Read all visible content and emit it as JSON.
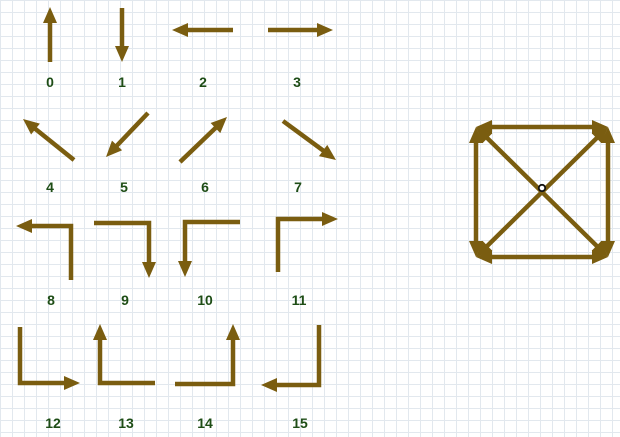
{
  "diagram": {
    "arrow_color": "#7a5d10",
    "label_color": "#1e4d16",
    "direction_cells": [
      {
        "label": "0",
        "icon": "arrow-up"
      },
      {
        "label": "1",
        "icon": "arrow-down"
      },
      {
        "label": "2",
        "icon": "arrow-left"
      },
      {
        "label": "3",
        "icon": "arrow-right"
      },
      {
        "label": "4",
        "icon": "arrow-up-left"
      },
      {
        "label": "5",
        "icon": "arrow-down-left"
      },
      {
        "label": "6",
        "icon": "arrow-up-right"
      },
      {
        "label": "7",
        "icon": "arrow-down-right"
      },
      {
        "label": "8",
        "icon": "arrow-up-then-left"
      },
      {
        "label": "9",
        "icon": "arrow-right-then-down"
      },
      {
        "label": "10",
        "icon": "arrow-left-then-down"
      },
      {
        "label": "11",
        "icon": "arrow-up-then-right"
      },
      {
        "label": "12",
        "icon": "arrow-down-then-right"
      },
      {
        "label": "13",
        "icon": "arrow-left-then-up"
      },
      {
        "label": "14",
        "icon": "arrow-right-then-up"
      },
      {
        "label": "15",
        "icon": "arrow-down-then-left"
      }
    ],
    "composite": {
      "origin_label": "o",
      "icon": "square-with-diagonals-bidirectional-arrows"
    }
  }
}
